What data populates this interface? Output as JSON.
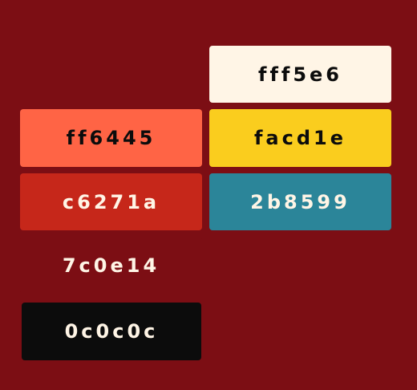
{
  "swatches": [
    {
      "label": "fff5e6",
      "color": "#fff5e6",
      "text_color": "#0c0c0c"
    },
    {
      "label": "ff6445",
      "color": "#ff6445",
      "text_color": "#0c0c0c"
    },
    {
      "label": "facd1e",
      "color": "#facd1e",
      "text_color": "#0c0c0c"
    },
    {
      "label": "c6271a",
      "color": "#c6271a",
      "text_color": "#fff5e6"
    },
    {
      "label": "2b8599",
      "color": "#2b8599",
      "text_color": "#fff5e6"
    },
    {
      "label": "7c0e14",
      "color": "#7c0e14",
      "text_color": "#fff5e6"
    },
    {
      "label": "0c0c0c",
      "color": "#0c0c0c",
      "text_color": "#fff5e6"
    }
  ],
  "background_color": "#7c0e14"
}
